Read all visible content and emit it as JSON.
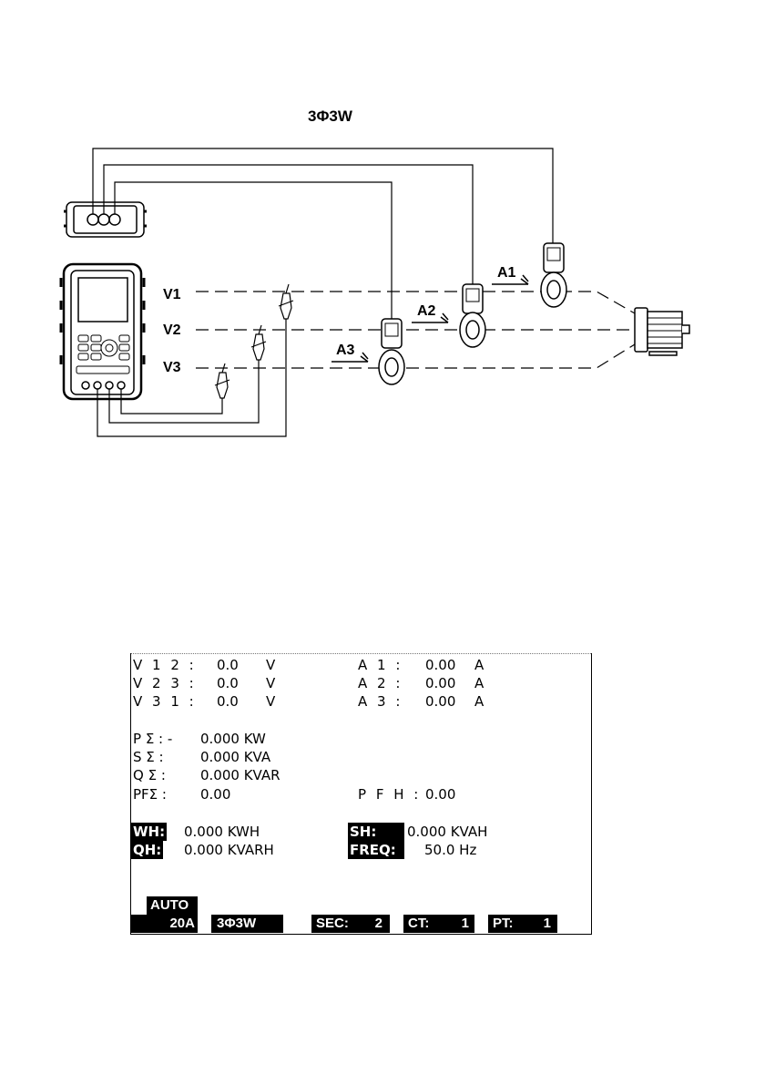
{
  "diagram": {
    "title": "3Φ3W",
    "line_labels": [
      "V1",
      "V2",
      "V3"
    ],
    "clamp_labels": [
      "A1",
      "A2",
      "A3"
    ]
  },
  "lcd": {
    "voltages": [
      {
        "label": "V 1 2 :",
        "value": "0.0",
        "unit": "V"
      },
      {
        "label": "V 2 3 :",
        "value": "0.0",
        "unit": "V"
      },
      {
        "label": "V 3 1 :",
        "value": "0.0",
        "unit": "V"
      }
    ],
    "currents": [
      {
        "label": "A 1 :",
        "value": "0.00",
        "unit": "A"
      },
      {
        "label": "A 2 :",
        "value": "0.00",
        "unit": "A"
      },
      {
        "label": "A 3 :",
        "value": "0.00",
        "unit": "A"
      }
    ],
    "power": [
      {
        "label": "P Σ  : -",
        "value": "0.000 KW"
      },
      {
        "label": "S Σ  :",
        "value": "0.000 KVA"
      },
      {
        "label": "Q Σ  :",
        "value": "0.000 KVAR"
      },
      {
        "label": "PFΣ :",
        "value": "0.00"
      }
    ],
    "pfh": {
      "label": "P F H :",
      "value": "0.00"
    },
    "energy": {
      "wh": {
        "label": "WH:",
        "value": "0.000 KWH"
      },
      "sh": {
        "label": "SH:",
        "value": "0.000 KVAH"
      },
      "qh": {
        "label": "QH:",
        "value": "0.000 KVARH"
      },
      "freq": {
        "label": "FREQ:",
        "value": "50.0 Hz"
      }
    },
    "status": {
      "range_mode": "AUTO",
      "range_value": "20A",
      "wiring": "3Φ3W",
      "sec_label": "SEC:",
      "sec_value": "2",
      "ct_label": "CT:",
      "ct_value": "1",
      "pt_label": "PT:",
      "pt_value": "1"
    }
  }
}
